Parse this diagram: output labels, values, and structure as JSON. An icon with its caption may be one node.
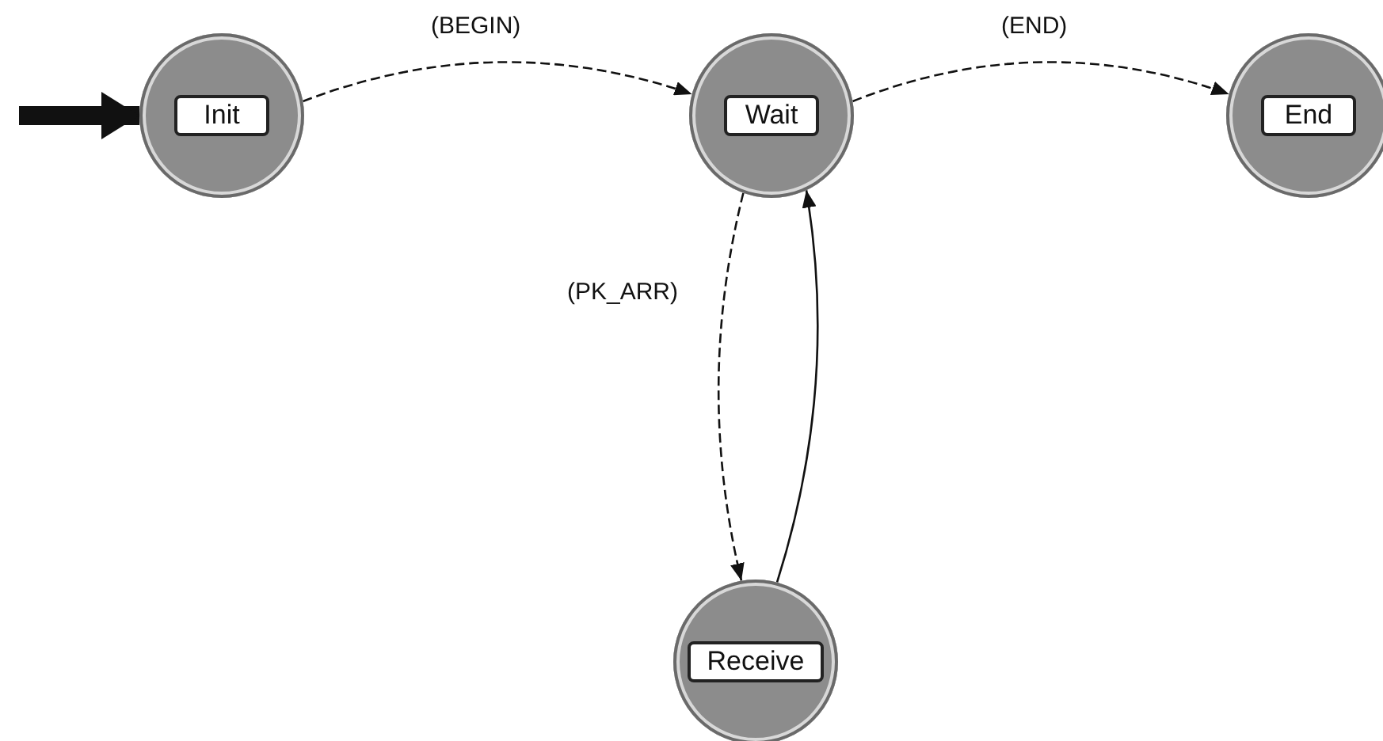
{
  "diagram": {
    "nodes": [
      {
        "text": [
          "Init"
        ]
      },
      {
        "text": [
          "Wait"
        ]
      },
      {
        "text": [
          "End"
        ]
      },
      {
        "text": [
          "Receive"
        ]
      }
    ],
    "edges": [
      {
        "from": null,
        "to": 0,
        "arrow": "to",
        "style": "thick"
      },
      {
        "from": 0,
        "to": 1,
        "arrow": "to",
        "label": "(BEGIN)",
        "style": "dashed"
      },
      {
        "from": 1,
        "to": 2,
        "arrow": "to",
        "label": "(END)",
        "style": "dashed"
      },
      {
        "from": 1,
        "to": 3,
        "arrow": "to",
        "label": "(PK_ARR)",
        "style": "dashed"
      },
      {
        "from": 3,
        "to": 1,
        "arrow": "to"
      }
    ]
  }
}
